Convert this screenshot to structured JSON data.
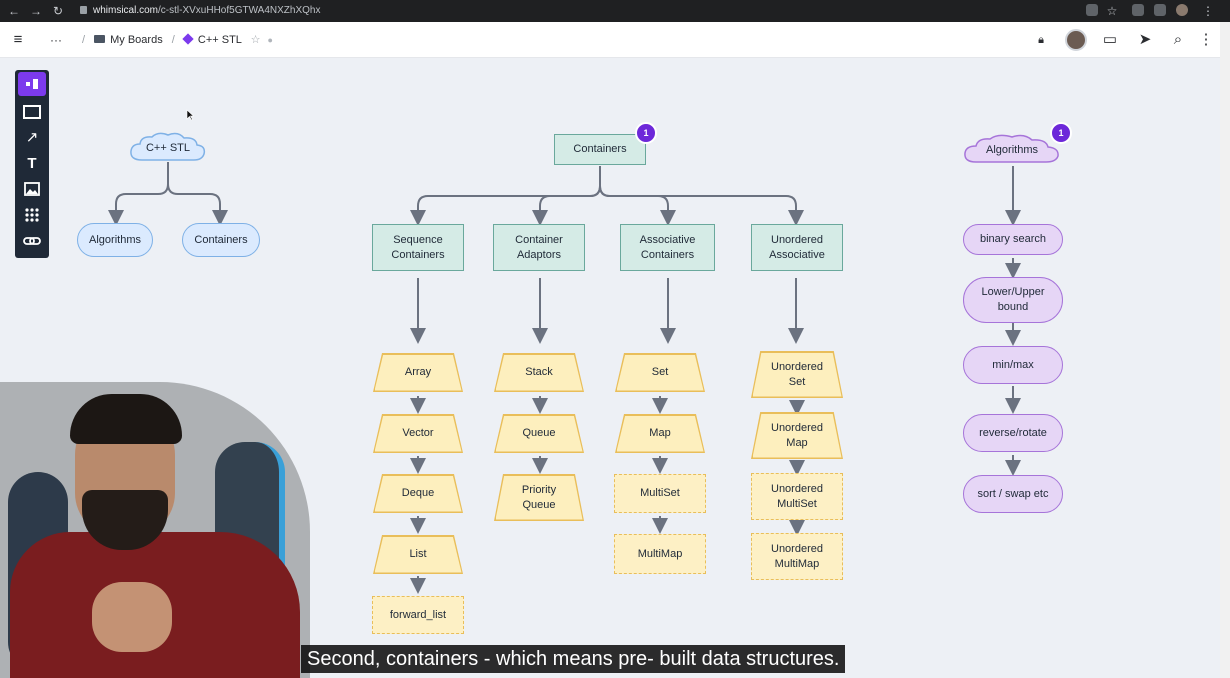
{
  "browser": {
    "domain": "whimsical.com",
    "path": "/c-stl-XVxuHHof5GTWA4NXZhXQhx"
  },
  "app": {
    "breadcrumb": {
      "menu_glyph": "···",
      "folder": "My Boards",
      "separator": "/",
      "board": "C++ STL"
    }
  },
  "diagram": {
    "root": "C++ STL",
    "root_children": [
      "Algorithms",
      "Containers"
    ],
    "containers": {
      "title": "Containers",
      "badge": "1",
      "categories": {
        "sequence": "Sequence\nContainers",
        "adaptors": "Container\nAdaptors",
        "associative": "Associative\nContainers",
        "unordered": "Unordered\nAssociative"
      },
      "sequence_items": [
        "Array",
        "Vector",
        "Deque",
        "List",
        "forward_list"
      ],
      "adaptor_items": [
        "Stack",
        "Queue",
        "Priority\nQueue"
      ],
      "associative_items": [
        "Set",
        "Map",
        "MultiSet",
        "MultiMap"
      ],
      "unordered_items": [
        "Unordered\nSet",
        "Unordered\nMap",
        "Unordered\nMultiSet",
        "Unordered\nMultiMap"
      ]
    },
    "algorithms": {
      "title": "Algorithms",
      "badge": "1",
      "items": [
        "binary search",
        "Lower/Upper\nbound",
        "min/max",
        "reverse/rotate",
        "sort / swap etc"
      ]
    }
  },
  "caption": "Second, containers - which means pre- built data structures.",
  "colors": {
    "teal_fill": "#d5ebe6",
    "blue_fill": "#dbeafe",
    "purple_fill": "#e6d6f6",
    "yellow_fill": "#fdefbe",
    "accent": "#7c3aed"
  },
  "icons": {
    "toolbar": [
      "select-icon",
      "rectangle-icon",
      "arrow-icon",
      "text-icon",
      "image-icon",
      "grid-icon",
      "link-icon"
    ],
    "header": [
      "lock-icon",
      "comment-icon",
      "share-icon",
      "search-icon",
      "more-icon"
    ]
  }
}
